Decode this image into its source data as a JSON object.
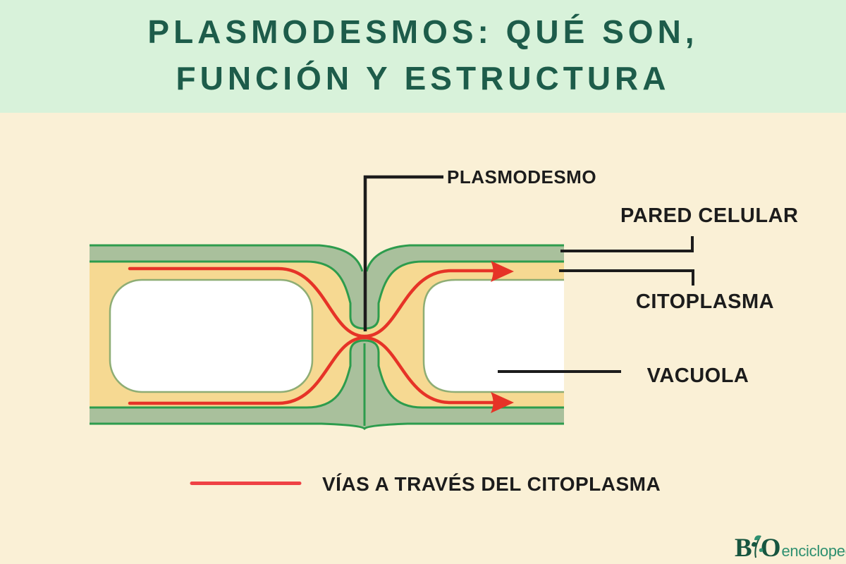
{
  "page": {
    "bg": "#faf0d6"
  },
  "header": {
    "bg": "#d8f2da",
    "text_color": "#1d5c4a",
    "title_line1": "PLASMODESMOS: QUÉ SON,",
    "title_line2": "FUNCIÓN Y ESTRUCTURA"
  },
  "diagram": {
    "labels": {
      "plasmodesmo": "PLASMODESMO",
      "pared_celular": "PARED CELULAR",
      "citoplasma": "CITOPLASMA",
      "vacuola": "VACUOLA"
    },
    "colors": {
      "cell_wall_fill": "#a9c09c",
      "cell_wall_stroke": "#2d9c4d",
      "cytoplasm_fill": "#f6d992",
      "vacuole_fill": "#ffffff",
      "vacuole_stroke": "#8ead74",
      "route_red": "#e63327",
      "pointer_black": "#1c1c1c",
      "notch_cream": "#faf0d6"
    }
  },
  "legend": {
    "swatch_color": "#ef4245",
    "label": "VÍAS A TRAVÉS DEL CITOPLASMA"
  },
  "logo": {
    "b": "B",
    "o": "O",
    "suffix": "enciclopedia",
    "dark_green": "#17553f",
    "teal_green": "#2e9070"
  }
}
